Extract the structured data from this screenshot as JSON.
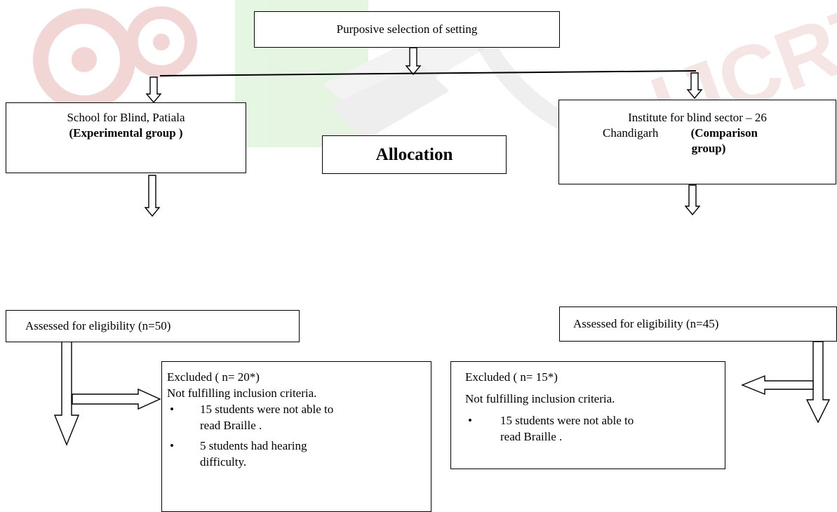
{
  "top_box": {
    "text": "Purposive selection of setting"
  },
  "allocation_box": {
    "text": "Allocation"
  },
  "experimental_box": {
    "line1": "School for Blind, Patiala",
    "line2": "(Experimental group )"
  },
  "comparison_box": {
    "line1": "Institute for blind sector – 26",
    "line2_city": "Chandigarh",
    "line2_bold": "(Comparison",
    "line3_bold": "group)"
  },
  "assessed_left": {
    "text": "Assessed for eligibility (n=50)"
  },
  "assessed_right": {
    "text": "Assessed for eligibility (n=45)"
  },
  "excluded_left": {
    "title": "Excluded ( n= 20*)",
    "subtitle": "Not fulfilling inclusion criteria.",
    "bullets": [
      {
        "l1": "15 students were not able to",
        "l2": "read Braille ."
      },
      {
        "l1": "5 students had hearing",
        "l2": "difficulty."
      }
    ]
  },
  "excluded_right": {
    "title": "Excluded ( n= 15*)",
    "subtitle": "Not fulfilling inclusion  criteria.",
    "bullets": [
      {
        "l1": "15 students were not able to",
        "l2": "read Braille ."
      }
    ]
  },
  "watermark": {
    "text": "IJCRT",
    "colors": [
      "#e8b4b4",
      "#c7ecc4",
      "#ececec"
    ]
  }
}
